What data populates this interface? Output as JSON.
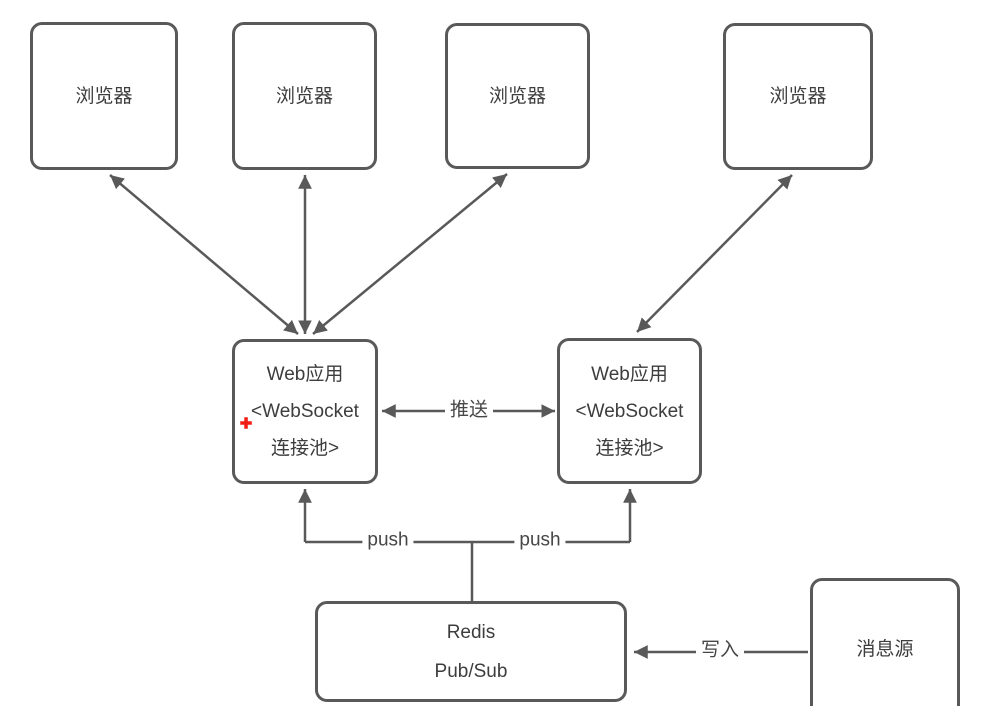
{
  "diagram": {
    "background": "#ffffff",
    "stroke_color": "#595959",
    "text_color": "#3d3d3d",
    "edge_label_color": "#474747",
    "annotation_color": "#f01e13",
    "nodes": {
      "browser_1": {
        "label": "浏览器"
      },
      "browser_2": {
        "label": "浏览器"
      },
      "browser_3": {
        "label": "浏览器"
      },
      "browser_4": {
        "label": "浏览器"
      },
      "web_app_left": {
        "lines": [
          "Web应用",
          "<WebSocket",
          "连接池>"
        ]
      },
      "web_app_right": {
        "lines": [
          "Web应用",
          "<WebSocket",
          "连接池>"
        ]
      },
      "redis": {
        "lines": [
          "Redis",
          "Pub/Sub"
        ]
      },
      "message_source": {
        "label": "消息源"
      }
    },
    "edge_labels": {
      "push_between_apps": "推送",
      "push_left": "push",
      "push_right": "push",
      "write": "写入"
    },
    "annotation": {
      "plus_marker": "✚"
    }
  }
}
